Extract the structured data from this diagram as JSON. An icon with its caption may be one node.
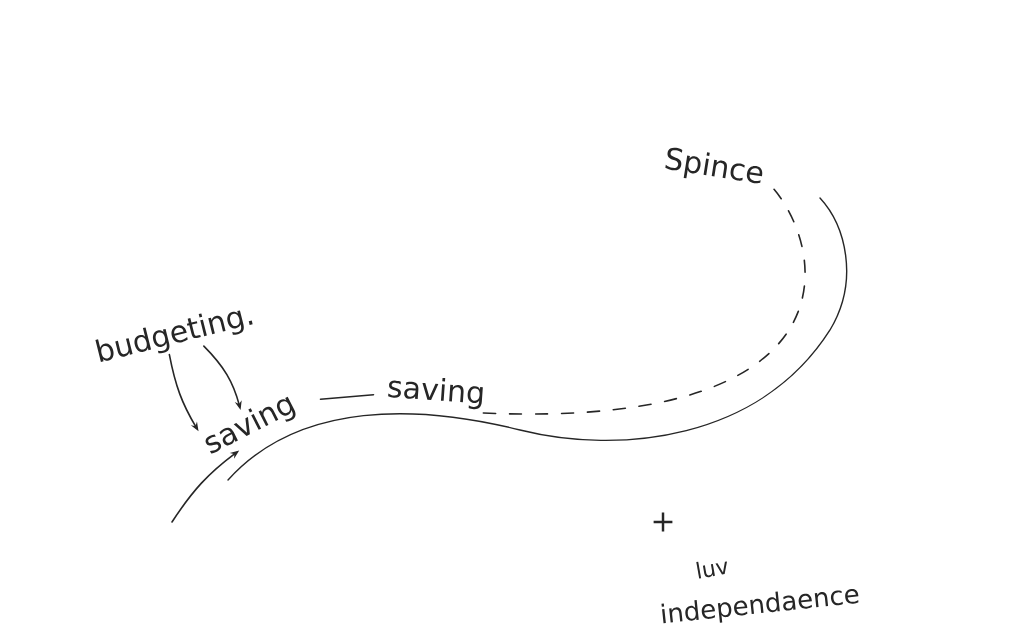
{
  "diagram": {
    "nodes": [
      {
        "text": [
          "budgeting."
        ]
      },
      {
        "text": [
          "saving"
        ]
      },
      {
        "text": [
          "saving"
        ]
      },
      {
        "text": [
          "Spince"
        ]
      }
    ],
    "edges": [
      {
        "from": 0,
        "to": 1,
        "arrow": "to"
      },
      {
        "from": 0,
        "to": 1,
        "arrow": "to"
      },
      {
        "from": null,
        "to": 1,
        "arrow": "to"
      },
      {
        "from": 1,
        "to": 2,
        "arrow": "none"
      },
      {
        "from": 2,
        "to": 3,
        "arrow": "none",
        "style": "dashed"
      }
    ],
    "labels": [
      "+",
      "luv",
      "independaence"
    ]
  }
}
